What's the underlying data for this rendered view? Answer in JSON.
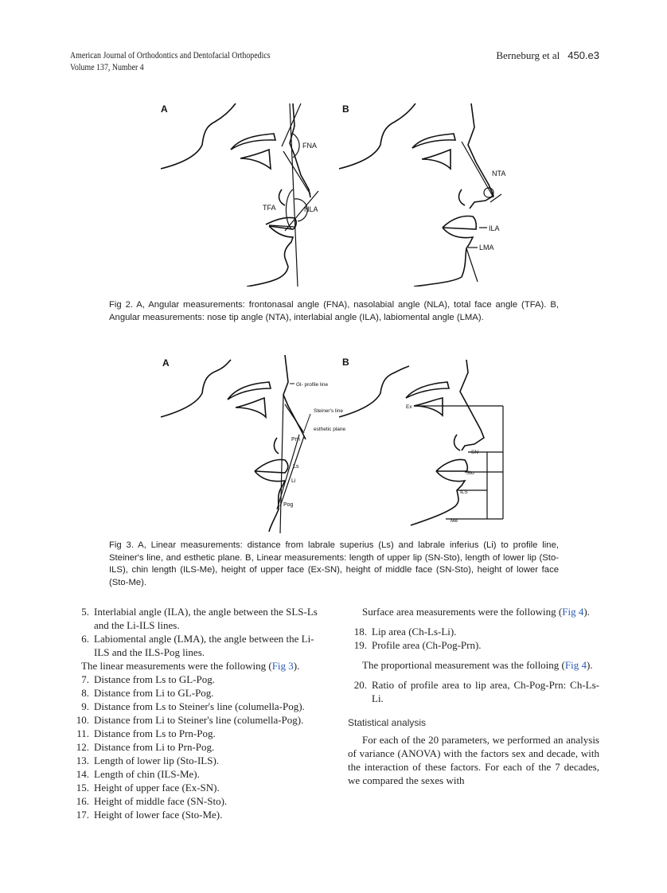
{
  "header": {
    "journal": "American Journal of Orthodontics and Dentofacial Orthopedics",
    "volume": "Volume 137, Number 4",
    "authors": "Berneburg et al",
    "page": "450.e3"
  },
  "figures": [
    {
      "id": "fig2",
      "panels": [
        {
          "label": "A",
          "annotations": [
            "FNA",
            "TFA",
            "NLA"
          ]
        },
        {
          "label": "B",
          "annotations": [
            "NTA",
            "ILA",
            "LMA"
          ]
        }
      ],
      "caption": "Fig 2. A, Angular measurements: frontonasal angle (FNA), nasolabial angle (NLA), total face angle (TFA). B, Angular measurements: nose tip angle (NTA), interlabial angle (ILA), labiomental angle (LMA)."
    },
    {
      "id": "fig3",
      "panels": [
        {
          "label": "A",
          "annotations": [
            "Gl- profile line",
            "Steiner's line",
            "esthetic plane",
            "Prn",
            "Ls",
            "Li",
            "Pog"
          ]
        },
        {
          "label": "B",
          "annotations": [
            "Ex",
            "SN",
            "Sto",
            "ILS",
            "Me"
          ]
        }
      ],
      "caption": "Fig 3. A, Linear measurements: distance from labrale superius (Ls) and labrale inferius (Li) to profile line, Steiner's line, and esthetic plane. B, Linear measurements: length of upper lip (SN-Sto), length of lower lip (Sto-ILS), chin length (ILS-Me), height of upper face (Ex-SN), height of middle face (SN-Sto), height of lower face (Sto-Me)."
    }
  ],
  "left_column": {
    "items_a": [
      {
        "num": "5.",
        "text": "Interlabial angle (ILA), the angle between the SLS-Ls and the Li-ILS lines."
      },
      {
        "num": "6.",
        "text": "Labiomental angle (LMA), the angle between the Li-ILS and the ILS-Pog lines."
      }
    ],
    "linear_intro": "The linear measurements were the following (",
    "linear_intro_link": "Fig 3",
    "linear_intro_end": ").",
    "items_b": [
      {
        "num": "7.",
        "text": "Distance from Ls to GL-Pog."
      },
      {
        "num": "8.",
        "text": "Distance from Li to GL-Pog."
      },
      {
        "num": "9.",
        "text": "Distance from Ls to Steiner's line (columella-Pog)."
      },
      {
        "num": "10.",
        "text": "Distance from Li to Steiner's line (columella-Pog)."
      },
      {
        "num": "11.",
        "text": "Distance from Ls to Prn-Pog."
      },
      {
        "num": "12.",
        "text": "Distance from Li to Prn-Pog."
      },
      {
        "num": "13.",
        "text": "Length of lower lip (Sto-ILS)."
      },
      {
        "num": "14.",
        "text": "Length of chin (ILS-Me)."
      },
      {
        "num": "15.",
        "text": "Height of upper face (Ex-SN)."
      },
      {
        "num": "16.",
        "text": "Height of middle face (SN-Sto)."
      },
      {
        "num": "17.",
        "text": "Height of lower face (Sto-Me)."
      }
    ]
  },
  "right_column": {
    "surface_intro": "Surface area measurements were the following (",
    "surface_link": "Fig 4",
    "surface_end": ").",
    "items_c": [
      {
        "num": "18.",
        "text": "Lip area (Ch-Ls-Li)."
      },
      {
        "num": "19.",
        "text": "Profile area (Ch-Pog-Prn)."
      }
    ],
    "proportional_intro": "The proportional measurement was the folloing (",
    "proportional_link": "Fig 4",
    "proportional_end": ").",
    "items_d": [
      {
        "num": "20.",
        "text": "Ratio of profile area to lip area, Ch-Pog-Prn: Ch-Ls-Li."
      }
    ],
    "section_heading": "Statistical analysis",
    "stat_paragraph": "For each of the 20 parameters, we performed an analysis of variance (ANOVA) with the factors sex and decade, with the interaction of these factors. For each of the 7 decades, we compared the sexes with"
  }
}
